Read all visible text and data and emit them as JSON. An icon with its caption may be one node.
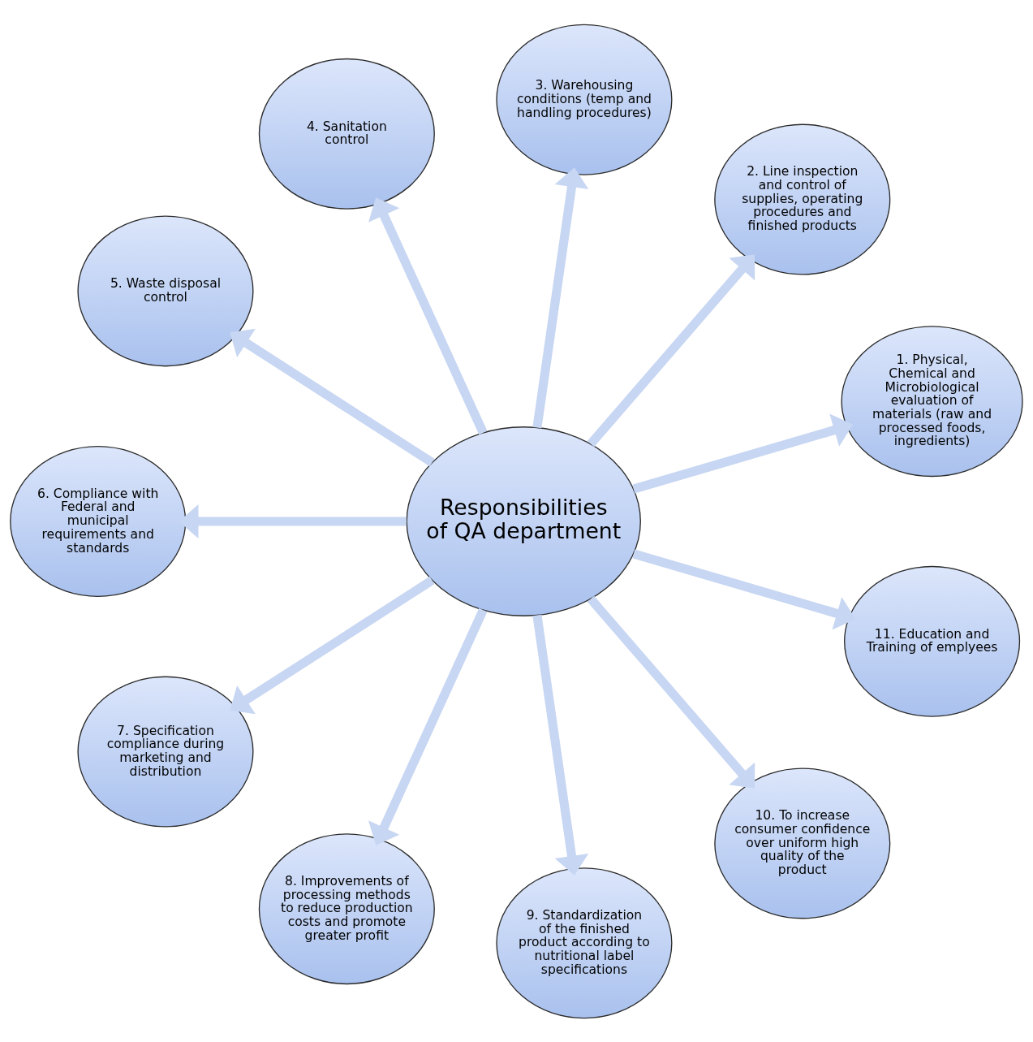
{
  "diagram": {
    "nodes": [
      {
        "text": [
          "Responsibilities of QA department"
        ]
      },
      {
        "text": [
          "1. Physical, Chemical and Microbiological evaluation of materials (raw and processed foods, ingredients)"
        ]
      },
      {
        "text": [
          "2. Line inspection and control of supplies, operating procedures and finished products"
        ]
      },
      {
        "text": [
          "3. Warehousing conditions (temp and handling procedures)"
        ]
      },
      {
        "text": [
          "4. Sanitation control"
        ]
      },
      {
        "text": [
          "5. Waste disposal control"
        ]
      },
      {
        "text": [
          "6. Compliance with Federal and municipal requirements and standards"
        ]
      },
      {
        "text": [
          "7. Specification compliance during marketing and distribution"
        ]
      },
      {
        "text": [
          "8. Improvements of processing methods to reduce production costs and promote greater profit"
        ]
      },
      {
        "text": [
          "9. Standardization of the finished product according to nutritional label specifications"
        ]
      },
      {
        "text": [
          "10. To increase consumer confidence over uniform high quality of the product"
        ]
      },
      {
        "text": [
          "11. Education and Training of emplyees"
        ]
      }
    ],
    "edges": [
      {
        "from": 0,
        "to": 1,
        "arrow": "to"
      },
      {
        "from": 0,
        "to": 2,
        "arrow": "to"
      },
      {
        "from": 0,
        "to": 3,
        "arrow": "to"
      },
      {
        "from": 0,
        "to": 4,
        "arrow": "to"
      },
      {
        "from": 0,
        "to": 5,
        "arrow": "to"
      },
      {
        "from": 0,
        "to": 6,
        "arrow": "to"
      },
      {
        "from": 0,
        "to": 7,
        "arrow": "to"
      },
      {
        "from": 0,
        "to": 8,
        "arrow": "to"
      },
      {
        "from": 0,
        "to": 9,
        "arrow": "to"
      },
      {
        "from": 0,
        "to": 10,
        "arrow": "to"
      },
      {
        "from": 0,
        "to": 11,
        "arrow": "to"
      }
    ]
  }
}
